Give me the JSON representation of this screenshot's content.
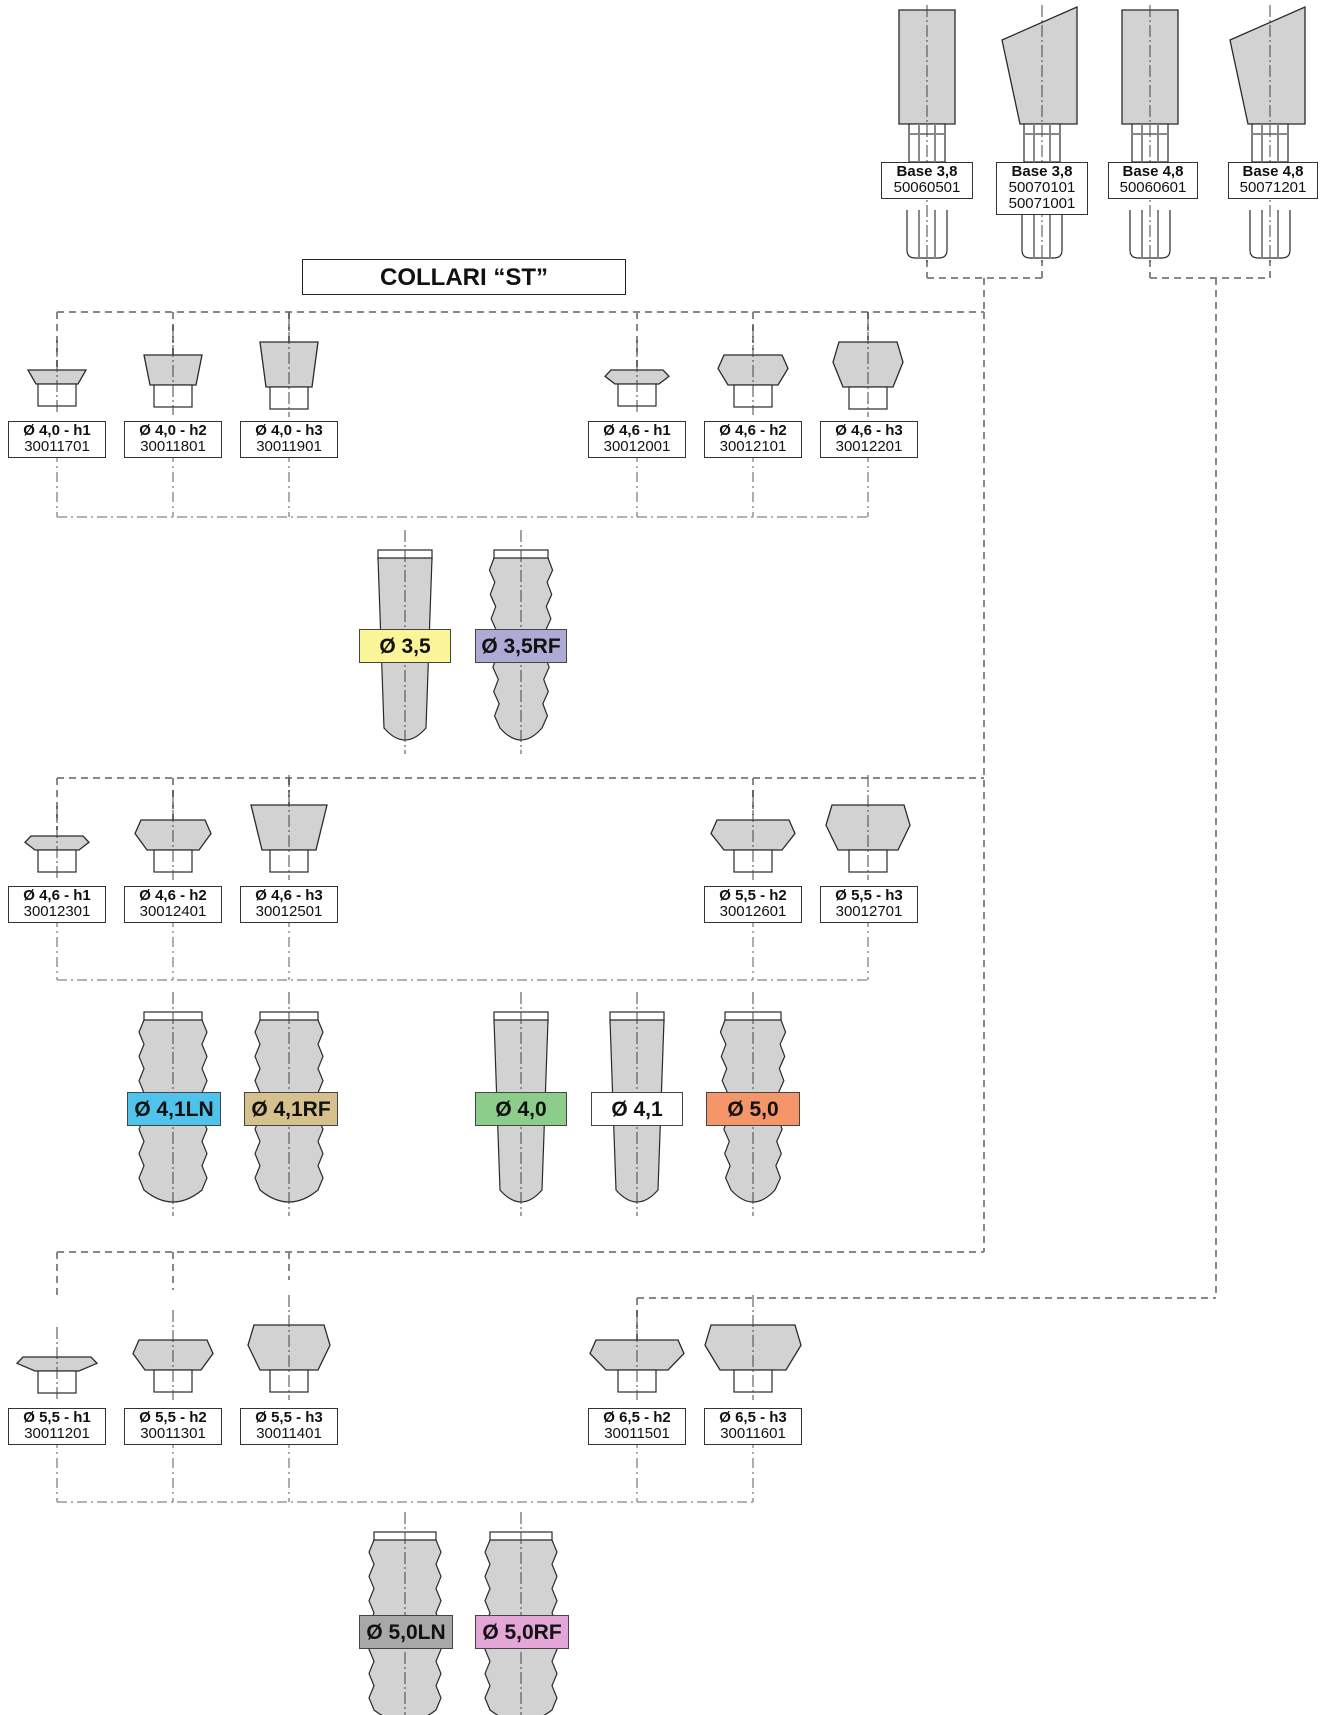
{
  "title": "COLLARI “ST”",
  "bases": [
    {
      "t": "Base 3,8",
      "c": [
        "50060501"
      ]
    },
    {
      "t": "Base 3,8",
      "c": [
        "50070101",
        "50071001"
      ]
    },
    {
      "t": "Base 4,8",
      "c": [
        "50060601"
      ]
    },
    {
      "t": "Base 4,8",
      "c": [
        "50071201"
      ]
    }
  ],
  "collars_row1": [
    {
      "t": "Ø 4,0 - h1",
      "c": "30011701"
    },
    {
      "t": "Ø 4,0 - h2",
      "c": "30011801"
    },
    {
      "t": "Ø 4,0 - h3",
      "c": "30011901"
    },
    {
      "t": "Ø 4,6 - h1",
      "c": "30012001"
    },
    {
      "t": "Ø 4,6 - h2",
      "c": "30012101"
    },
    {
      "t": "Ø 4,6 - h3",
      "c": "30012201"
    }
  ],
  "collars_row2": [
    {
      "t": "Ø 4,6 - h1",
      "c": "30012301"
    },
    {
      "t": "Ø 4,6 - h2",
      "c": "30012401"
    },
    {
      "t": "Ø 4,6 - h3",
      "c": "30012501"
    },
    {
      "t": "Ø 5,5 - h2",
      "c": "30012601"
    },
    {
      "t": "Ø 5,5 - h3",
      "c": "30012701"
    }
  ],
  "collars_row3": [
    {
      "t": "Ø 5,5 - h1",
      "c": "30011201"
    },
    {
      "t": "Ø 5,5 - h2",
      "c": "30011301"
    },
    {
      "t": "Ø 5,5 - h3",
      "c": "30011401"
    },
    {
      "t": "Ø 6,5 - h2",
      "c": "30011501"
    },
    {
      "t": "Ø 6,5 - h3",
      "c": "30011601"
    }
  ],
  "implants": [
    {
      "label": "Ø 3,5",
      "color": "#fbf59a"
    },
    {
      "label": "Ø 3,5RF",
      "color": "#aeaad6"
    },
    {
      "label": "Ø 4,1LN",
      "color": "#4fc3ec"
    },
    {
      "label": "Ø 4,1RF",
      "color": "#d6c18e"
    },
    {
      "label": "Ø 4,0",
      "color": "#8ccd8c"
    },
    {
      "label": "Ø 4,1",
      "color": "#ffffff"
    },
    {
      "label": "Ø 5,0",
      "color": "#f4956a"
    },
    {
      "label": "Ø 5,0LN",
      "color": "#a8a8a8"
    },
    {
      "label": "Ø 5,0RF",
      "color": "#e3a6d6"
    }
  ]
}
